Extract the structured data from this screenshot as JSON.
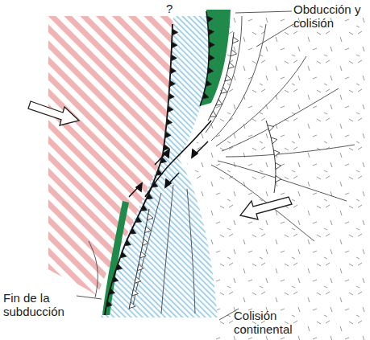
{
  "diagram": {
    "labels": [
      "?",
      "Obducción y colisión",
      "Fin de la subducción",
      "Colisión continental"
    ]
  }
}
